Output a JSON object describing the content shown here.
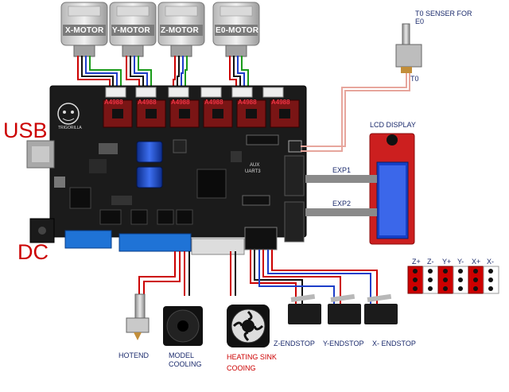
{
  "labels": {
    "usb": "USB",
    "dc": "DC",
    "t0_sensor": "T0 SENSER FOR E0",
    "t0": "T0",
    "lcd": "LCD DISPLAY",
    "exp1": "EXP1",
    "exp2": "EXP2",
    "hotend": "HOTEND",
    "model_cooling": "MODEL COOLING",
    "heatsink": "HEATING SINK COOING",
    "z_endstop": "Z-ENDSTOP",
    "y_endstop": "Y-ENDSTOP",
    "x_endstop": "X- ENDSTOP",
    "aux": "AUX",
    "uart": "UART3",
    "brand": "TRIGORILLA",
    "driver": "A4988",
    "motors": [
      "X-MOTOR",
      "Y-MOTOR",
      "Z-MOTOR",
      "E0-MOTOR"
    ],
    "endstop_pins": [
      "Z+",
      "Z-",
      "Y+",
      "Y-",
      "X+",
      "X-"
    ]
  },
  "colors": {
    "wire_red": "#cc0000",
    "wire_black": "#111111",
    "wire_blue": "#1d3ec9",
    "wire_green": "#1a9b1a",
    "board": "#1b1b1b",
    "label_red": "#cc0000",
    "label_blue": "#1a2a6c",
    "lcd_red": "#cc1f1f",
    "lcd_screen": "#1540c8"
  }
}
